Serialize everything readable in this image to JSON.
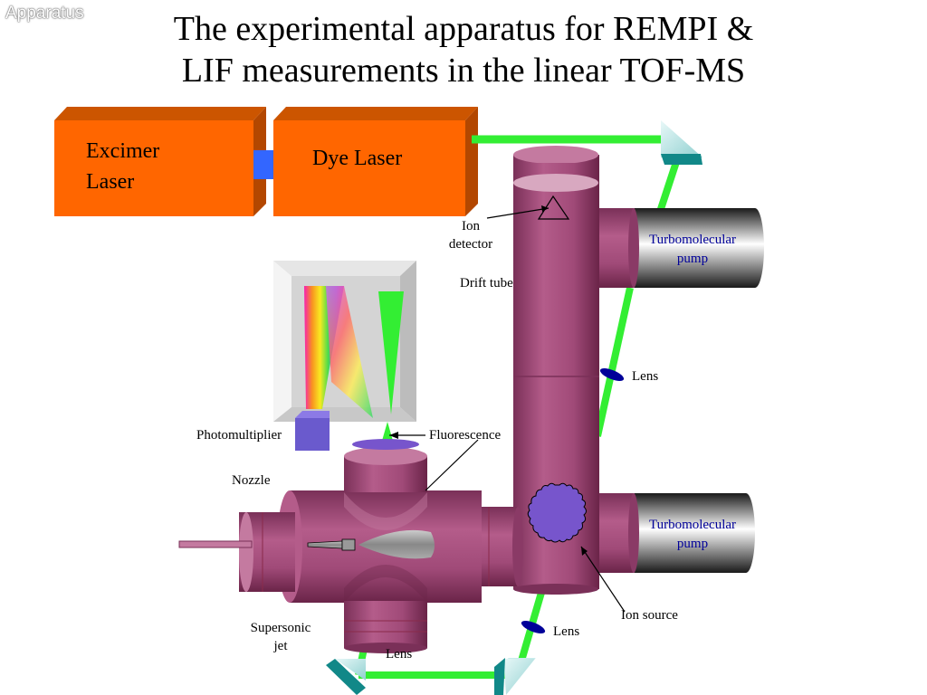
{
  "corner_label": "Apparatus",
  "title_line1": "The experimental apparatus for REMPI &",
  "title_line2": "LIF measurements in the linear TOF-MS",
  "excimer_laser_line1": "Excimer",
  "excimer_laser_line2": "Laser",
  "dye_laser": "Dye Laser",
  "ion_detector_line1": "Ion",
  "ion_detector_line2": "detector",
  "drift_tube": "Drift tube",
  "pump_top_line1": "Turbomolecular",
  "pump_top_line2": "pump",
  "pump_bottom_line1": "Turbomolecular",
  "pump_bottom_line2": "pump",
  "lens_right": "Lens",
  "lens_bottom_right": "Lens",
  "lens_bottom": "Lens",
  "photomultiplier": "Photomultiplier",
  "fluorescence": "Fluorescence",
  "nozzle": "Nozzle",
  "ion_source": "Ion source",
  "supersonic_jet_line1": "Supersonic",
  "supersonic_jet_line2": "jet",
  "colors": {
    "laser_orange": "#ff6600",
    "beam_green": "#33ee33",
    "chamber_mauve": "#a84f7e",
    "ion_source_purple": "#7755cc",
    "lens_navy": "#000099"
  }
}
